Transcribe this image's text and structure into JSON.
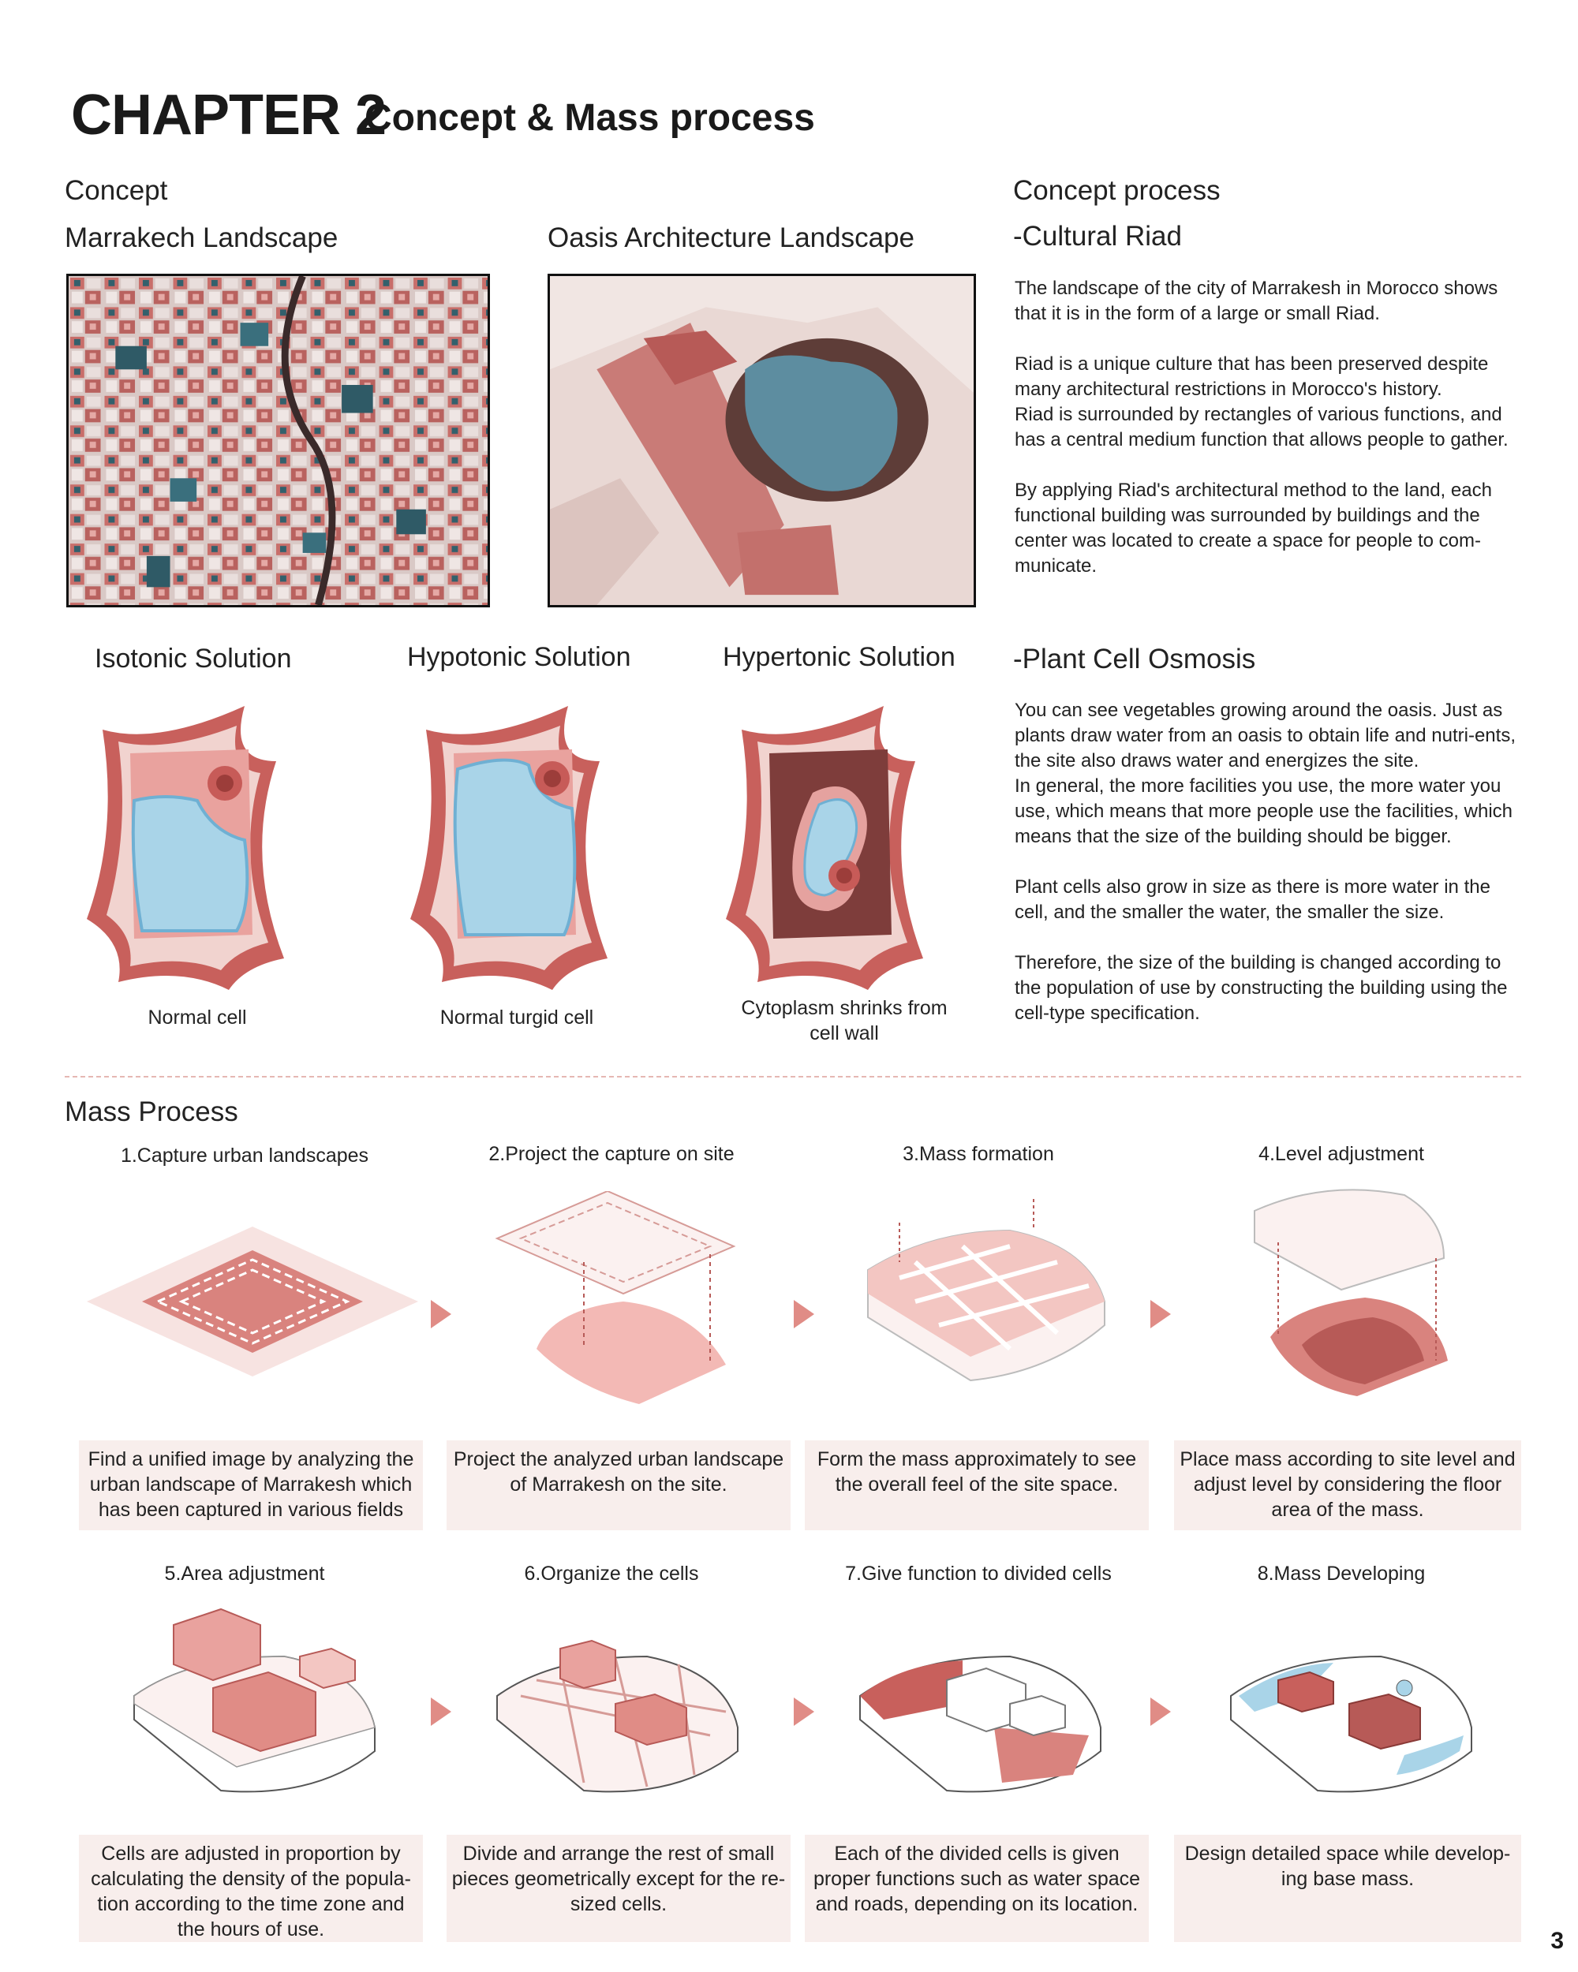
{
  "header": {
    "chapter": "CHAPTER 2",
    "subtitle": "Concept & Mass  process"
  },
  "concept": {
    "heading": "Concept",
    "marrakech_title": "Marrakech Landscape",
    "oasis_title": "Oasis Architecture Landscape"
  },
  "concept_process": {
    "heading": "Concept process",
    "riad": {
      "title": "-Cultural Riad",
      "paragraphs": [
        " The landscape of the city of Marrakesh in Morocco shows that it is in the form of a large or small Riad.",
        "Riad is a unique culture that has been preserved despite many architectural restrictions in Morocco's history.",
        "Riad is surrounded by rectangles of various functions, and has a central medium function that allows people to gather.",
        " By applying Riad's architectural method to the land, each functional building was surrounded by buildings and the center was located to create a space for people to com-municate."
      ]
    },
    "osmosis": {
      "title": "-Plant Cell Osmosis",
      "paragraphs": [
        " You can see vegetables growing around the oasis. Just as plants draw water from an oasis to obtain life and nutri-ents, the site also draws water and energizes the site.",
        "In general, the more facilities you use, the more water you use, which means that more people use the facilities, which means that the size of the building should be bigger.",
        "Plant cells also grow in size as there is more water in the cell, and the smaller the water, the smaller the size.",
        "Therefore, the size of the building is changed according to the population of use by constructing the building using the cell-type specification."
      ]
    }
  },
  "cells": [
    {
      "title": "Isotonic Solution",
      "caption": "Normal cell"
    },
    {
      "title": "Hypotonic Solution",
      "caption": "Normal turgid cell"
    },
    {
      "title": "Hypertonic Solution",
      "caption": "Cytoplasm shrinks from cell wall"
    }
  ],
  "mass_process": {
    "heading": "Mass Process",
    "steps": [
      {
        "title": "1.Capture urban landscapes",
        "desc": "Find a unified image by analyzing the urban landscape of Marrakesh which has been captured in various fields"
      },
      {
        "title": "2.Project the capture on site",
        "desc": "Project the analyzed urban landscape of Marrakesh on the site."
      },
      {
        "title": "3.Mass formation",
        "desc": "Form the mass approximately to see the overall feel of the site space."
      },
      {
        "title": "4.Level adjustment",
        "desc": "Place mass according to site level and adjust level by considering the floor area of the mass."
      },
      {
        "title": "5.Area adjustment",
        "desc": "Cells are adjusted in proportion  by calculating the density of the popula-tion according to the time zone and the hours of use."
      },
      {
        "title": "6.Organize the cells",
        "desc": "Divide and arrange the rest of small pieces geometrically except for the re-sized cells."
      },
      {
        "title": "7.Give function to divided cells",
        "desc": "Each of the divided cells is given proper functions such as water space and roads, depending on its location."
      },
      {
        "title": "8.Mass Developing",
        "desc": "Design detailed space while develop-ing base mass."
      }
    ]
  },
  "page_number": "3",
  "colors": {
    "accent": "#e08c86",
    "desc_bg": "#f8eeec",
    "cell_wall": "#c8605c",
    "cell_water": "#a9d4e8"
  }
}
